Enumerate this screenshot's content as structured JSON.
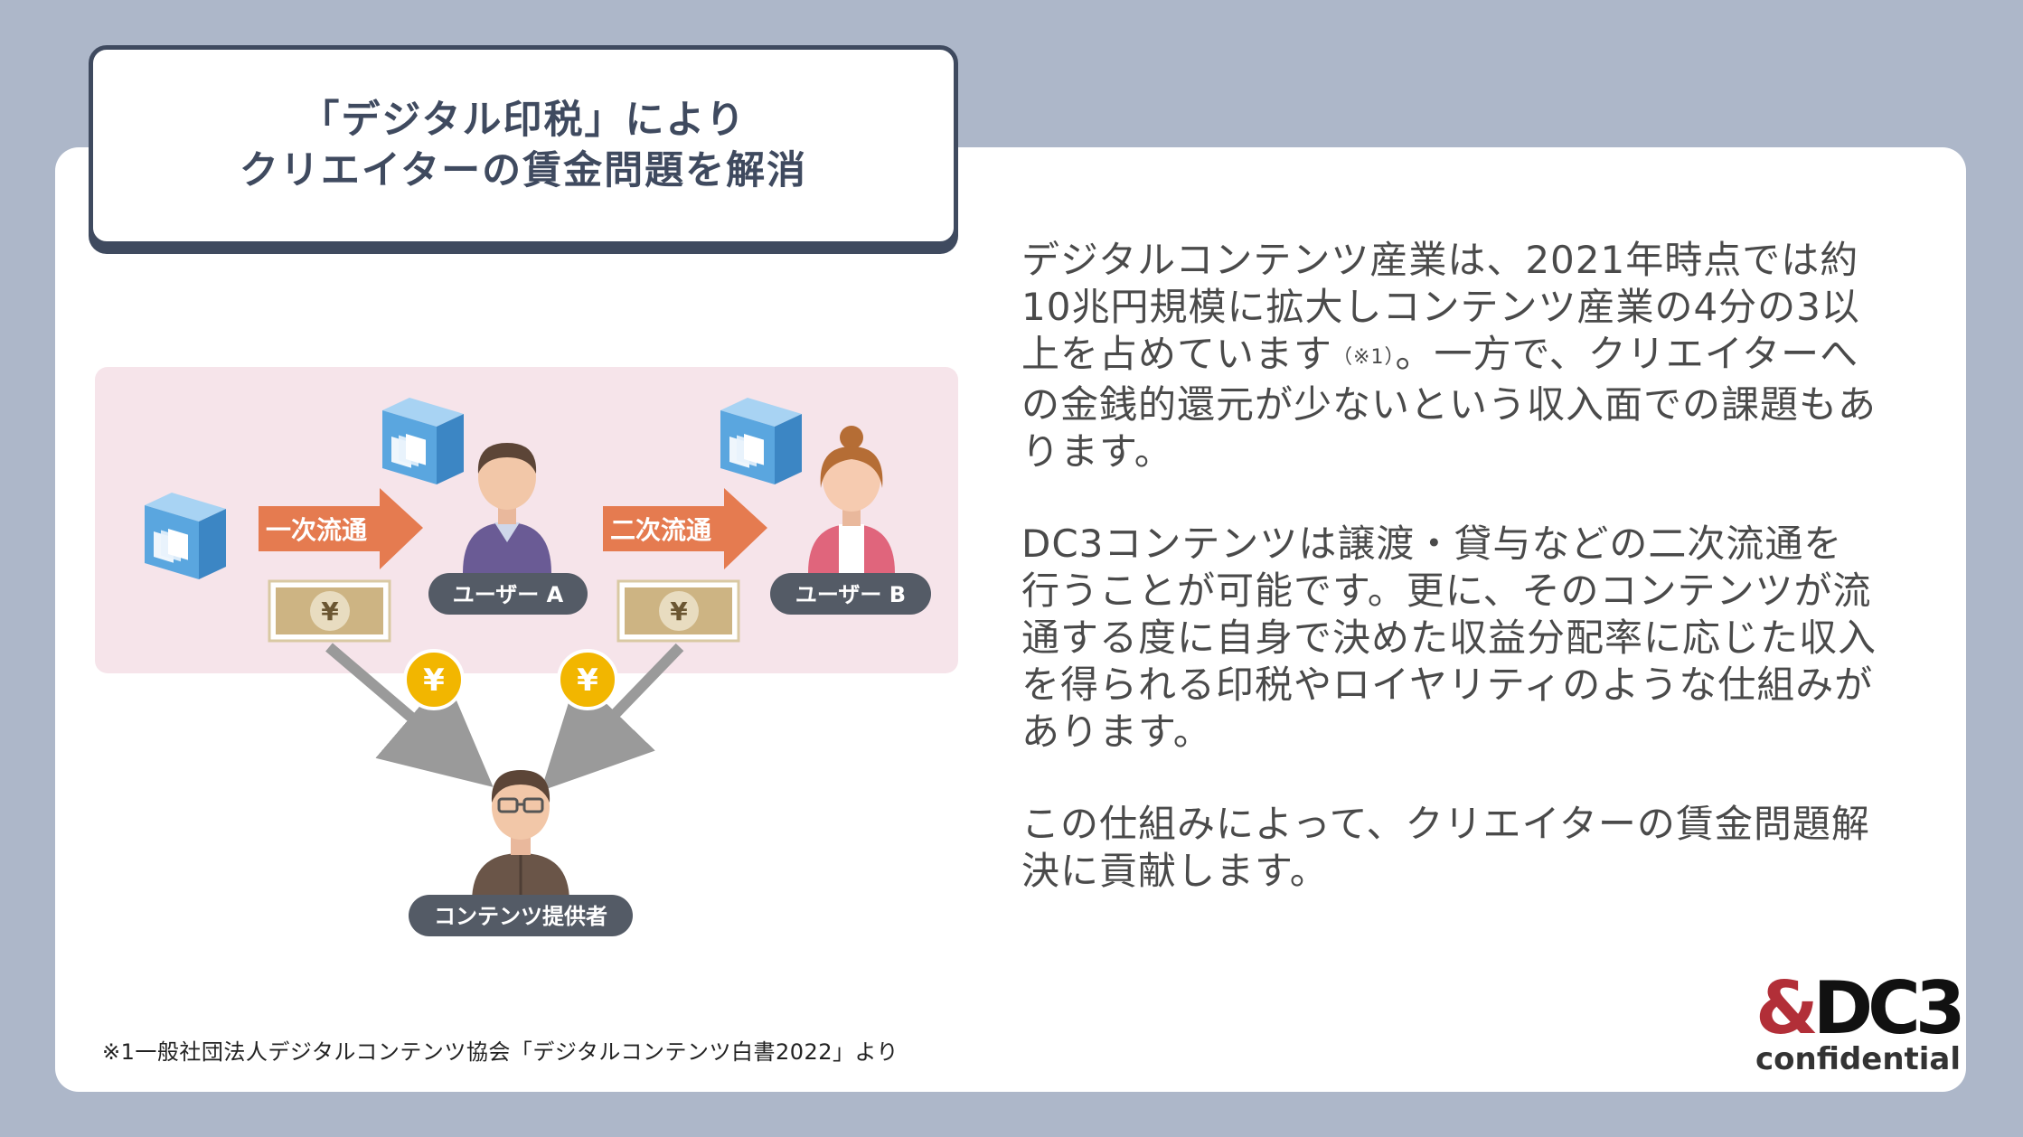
{
  "title": {
    "line1": "「デジタル印税」により",
    "line2": "クリエイターの賃金問題を解消"
  },
  "body": {
    "p1_part1": "デジタルコンテンツ産業は、2021年時点では約10兆円規模に拡大しコンテンツ産業の4分の3以上を占めています",
    "p1_note": "（※1）",
    "p1_part2": "。一方で、クリエイターへの金銭的還元が少ないという収入面での課題もあります。",
    "p2": "DC3コンテンツは譲渡・貸与などの二次流通を行うことが可能です。更に、そのコンテンツが流通する度に自身で決めた収益分配率に応じた収入を得られる印税やロイヤリティのような仕組みがあります。",
    "p3": "この仕組みによって、クリエイターの賃金問題解決に貢献します。"
  },
  "diagram": {
    "arrow1_label": "一次流通",
    "arrow2_label": "二次流通",
    "user_a_label": "ユーザー A",
    "user_b_label": "ユーザー B",
    "provider_label": "コンテンツ提供者",
    "yen_symbol": "¥",
    "colors": {
      "band": "#f6e4ea",
      "arrow": "#e57b50",
      "cube": "#5aa6df",
      "pill": "#545b66",
      "coin": "#f2b600",
      "bill": "#cdb483"
    }
  },
  "footnote": "※1一般社団法人デジタルコンテンツ協会「デジタルコンテンツ白書2022」より",
  "logo": {
    "amp": "&",
    "mark": "DC3",
    "sub": "confidential",
    "accent_color": "#b22f38"
  }
}
